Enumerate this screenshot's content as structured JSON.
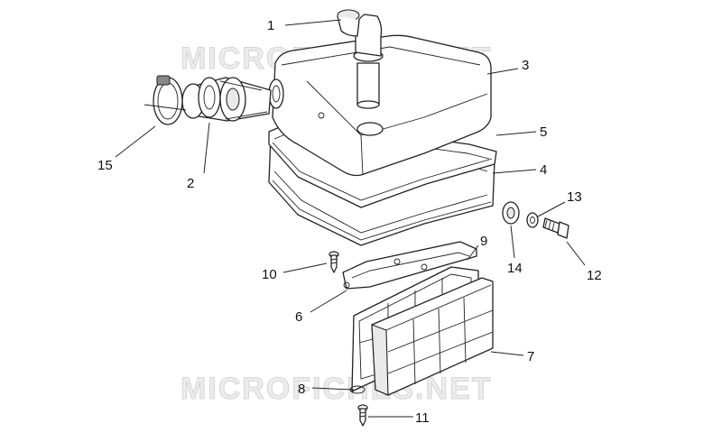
{
  "watermarks": [
    "MICROFICHES.NET",
    "MICROFICHES.NET"
  ],
  "callouts": [
    {
      "id": "1",
      "text": "1"
    },
    {
      "id": "2",
      "text": "2"
    },
    {
      "id": "3",
      "text": "3"
    },
    {
      "id": "4",
      "text": "4"
    },
    {
      "id": "5",
      "text": "5"
    },
    {
      "id": "6",
      "text": "6"
    },
    {
      "id": "7",
      "text": "7"
    },
    {
      "id": "8",
      "text": "8"
    },
    {
      "id": "9",
      "text": "9"
    },
    {
      "id": "10",
      "text": "10"
    },
    {
      "id": "11",
      "text": "11"
    },
    {
      "id": "12",
      "text": "12"
    },
    {
      "id": "13",
      "text": "13"
    },
    {
      "id": "14",
      "text": "14"
    },
    {
      "id": "15",
      "text": "15"
    }
  ]
}
